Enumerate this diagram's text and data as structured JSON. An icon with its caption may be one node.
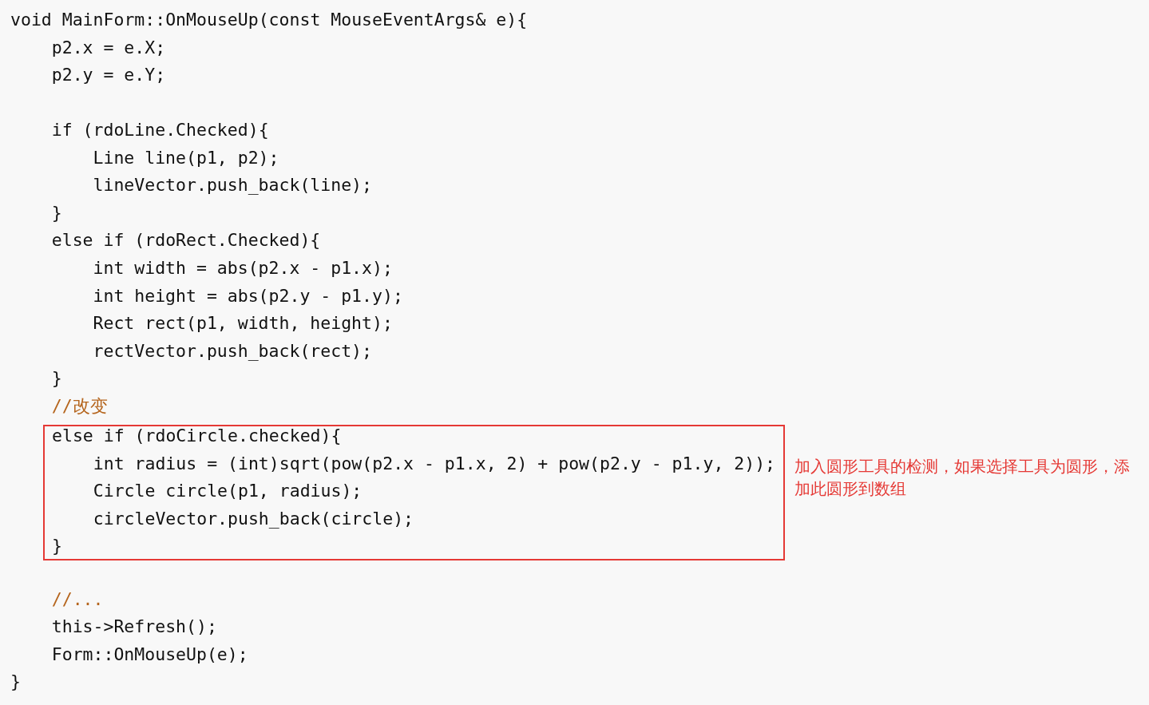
{
  "diagram": {
    "nodes": [
      {
        "text": [
          "else if (rdoCircle.checked){",
          "int radius = (int)sqrt(pow(p2.x - p1.x, 2) + pow(p2.y - p1.y, 2));",
          "Circle circle(p1, radius);",
          "circleVector.push_back(circle);",
          "}"
        ],
        "beside": [
          "加入圆形工具的检测，如果选择工具为圆形，添加此圆形到数组"
        ]
      }
    ],
    "labels": [
      "void MainForm::OnMouseUp(const MouseEventArgs& e){",
      "p2.x = e.X;",
      "p2.y = e.Y;",
      "if (rdoLine.Checked){",
      "Line line(p1, p2);",
      "lineVector.push_back(line);",
      "}",
      "else if (rdoRect.Checked){",
      "int width = abs(p2.x - p1.x);",
      "int height = abs(p2.y - p1.y);",
      "Rect rect(p1, width, height);",
      "rectVector.push_back(rect);",
      "}",
      "//改变",
      "//...",
      "this->Refresh();",
      "Form::OnMouseUp(e);",
      "}"
    ]
  }
}
